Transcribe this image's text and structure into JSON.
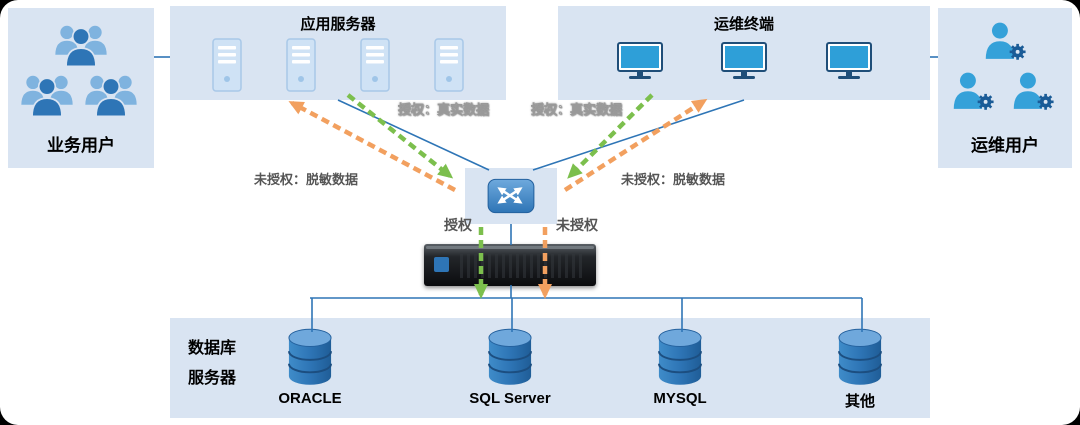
{
  "panels": {
    "business_users": {
      "label": "业务用户"
    },
    "om_users": {
      "label": "运维用户"
    }
  },
  "boxes": {
    "app_servers": {
      "title": "应用服务器"
    },
    "om_terminals": {
      "title": "运维终端"
    },
    "database_servers": {
      "title_line1": "数据库",
      "title_line2": "服务器"
    }
  },
  "databases": [
    {
      "label": "ORACLE"
    },
    {
      "label": "SQL Server"
    },
    {
      "label": "MYSQL"
    },
    {
      "label": "其他"
    }
  ],
  "flow_labels": {
    "authorized_real_left": "授权：真实数据",
    "authorized_real_right": "授权：真实数据",
    "unauthorized_masked_left": "未授权：脱敏数据",
    "unauthorized_masked_right": "未授权：脱敏数据",
    "authorized": "授权",
    "unauthorized": "未授权"
  },
  "icons": {
    "users_group": "users-group-icon",
    "user_gear": "user-gear-icon",
    "server_tower": "server-tower-icon",
    "monitor": "monitor-icon",
    "switch": "network-switch-icon",
    "database": "database-cylinder-icon",
    "appliance": "dlp-appliance"
  },
  "colors": {
    "box_fill": "#d9e4f2",
    "line_blue": "#2e75b6",
    "arrow_green": "#7cbf4d",
    "arrow_orange": "#f2a05f",
    "db_blue": "#2e75b6",
    "label_gray": "#555555",
    "label_white": "#fdfdfd",
    "frame_black": "#000000"
  }
}
